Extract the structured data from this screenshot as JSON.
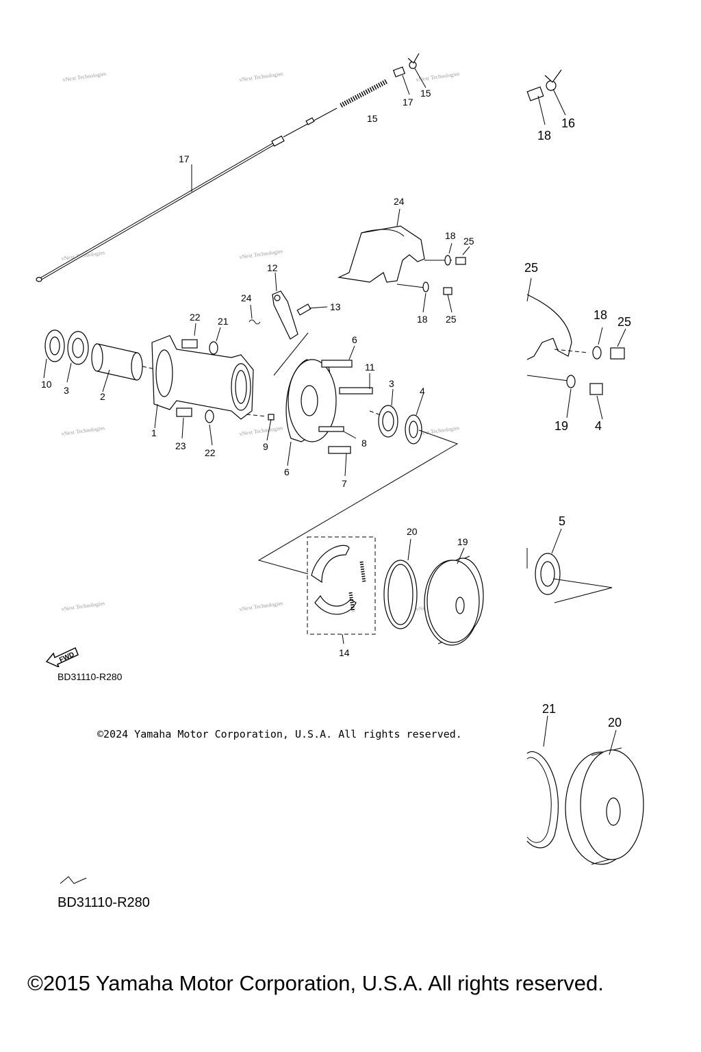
{
  "diagram": {
    "code_small": "BD31110-R280",
    "code_large": "BD31110-R280",
    "copyright_small": "©2024 Yamaha Motor Corporation, U.S.A. All rights reserved.",
    "copyright_large": "©2015 Yamaha Motor Corporation, U.S.A. All rights reserved.",
    "fwd_label": "FWD",
    "watermark": "vNext Technologies",
    "callouts": [
      "1",
      "2",
      "3",
      "3",
      "4",
      "4",
      "5",
      "6",
      "6",
      "7",
      "8",
      "9",
      "10",
      "11",
      "12",
      "13",
      "14",
      "15",
      "15",
      "16",
      "17",
      "17",
      "18",
      "18",
      "18",
      "18",
      "19",
      "19",
      "20",
      "20",
      "21",
      "21",
      "22",
      "22",
      "23",
      "24",
      "24",
      "25",
      "25",
      "25",
      "25"
    ]
  }
}
